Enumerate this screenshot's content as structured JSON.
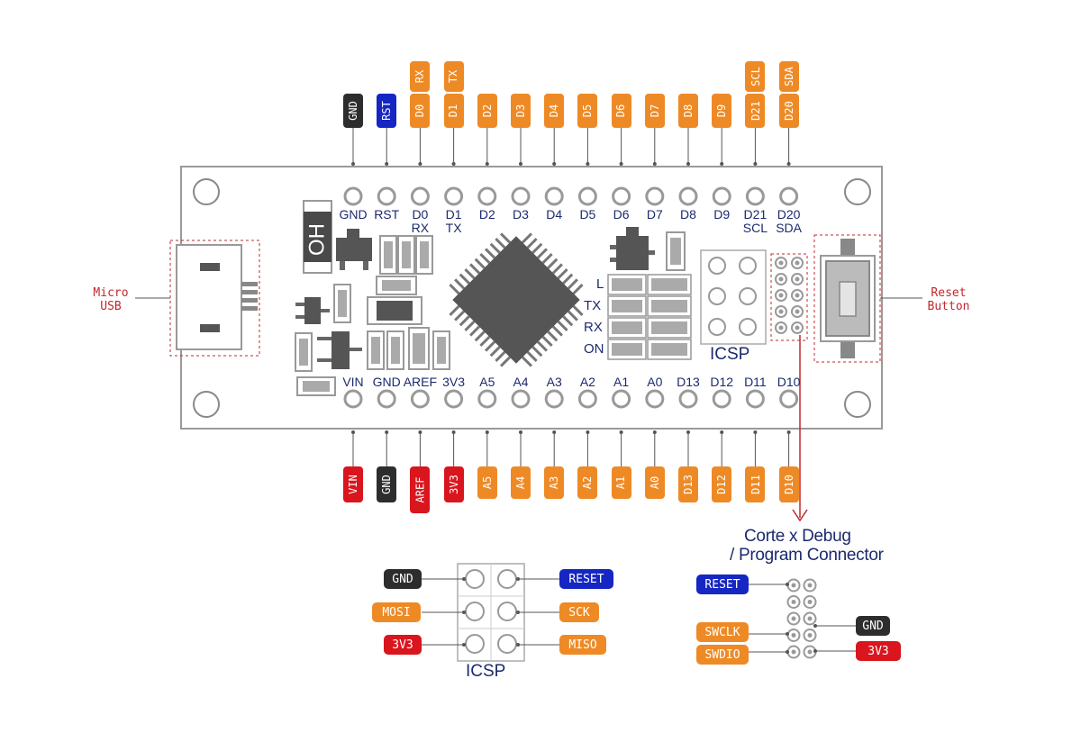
{
  "colors": {
    "orange": "#ee8a25",
    "red": "#d9151e",
    "blue": "#1526c2",
    "black": "#2d2d2d",
    "label_text": "#1c2a6e",
    "note_text": "#c0282d"
  },
  "top_pins": [
    {
      "tag": "GND",
      "color": "black",
      "board_label": "GND",
      "sub_label": ""
    },
    {
      "tag": "RST",
      "color": "blue",
      "board_label": "RST",
      "sub_label": ""
    },
    {
      "tag": "D0",
      "extra_tag": "RX",
      "color": "orange",
      "board_label": "D0",
      "sub_label": "RX"
    },
    {
      "tag": "D1",
      "extra_tag": "TX",
      "color": "orange",
      "board_label": "D1",
      "sub_label": "TX"
    },
    {
      "tag": "D2",
      "color": "orange",
      "board_label": "D2",
      "sub_label": ""
    },
    {
      "tag": "D3",
      "color": "orange",
      "board_label": "D3",
      "sub_label": ""
    },
    {
      "tag": "D4",
      "color": "orange",
      "board_label": "D4",
      "sub_label": ""
    },
    {
      "tag": "D5",
      "color": "orange",
      "board_label": "D5",
      "sub_label": ""
    },
    {
      "tag": "D6",
      "color": "orange",
      "board_label": "D6",
      "sub_label": ""
    },
    {
      "tag": "D7",
      "color": "orange",
      "board_label": "D7",
      "sub_label": ""
    },
    {
      "tag": "D8",
      "color": "orange",
      "board_label": "D8",
      "sub_label": ""
    },
    {
      "tag": "D9",
      "color": "orange",
      "board_label": "D9",
      "sub_label": ""
    },
    {
      "tag": "D21",
      "extra_tag": "SCL",
      "color": "orange",
      "board_label": "D21",
      "sub_label": "SCL"
    },
    {
      "tag": "D20",
      "extra_tag": "SDA",
      "color": "orange",
      "board_label": "D20",
      "sub_label": "SDA"
    }
  ],
  "bottom_pins": [
    {
      "tag": "VIN",
      "color": "red",
      "board_label": "VIN"
    },
    {
      "tag": "GND",
      "color": "black",
      "board_label": "GND"
    },
    {
      "tag": "AREF",
      "color": "red",
      "board_label": "AREF"
    },
    {
      "tag": "3V3",
      "color": "red",
      "board_label": "3V3"
    },
    {
      "tag": "A5",
      "color": "orange",
      "board_label": "A5"
    },
    {
      "tag": "A4",
      "color": "orange",
      "board_label": "A4"
    },
    {
      "tag": "A3",
      "color": "orange",
      "board_label": "A3"
    },
    {
      "tag": "A2",
      "color": "orange",
      "board_label": "A2"
    },
    {
      "tag": "A1",
      "color": "orange",
      "board_label": "A1"
    },
    {
      "tag": "A0",
      "color": "orange",
      "board_label": "A0"
    },
    {
      "tag": "D13",
      "color": "orange",
      "board_label": "D13"
    },
    {
      "tag": "D12",
      "color": "orange",
      "board_label": "D12"
    },
    {
      "tag": "D11",
      "color": "orange",
      "board_label": "D11"
    },
    {
      "tag": "D10",
      "color": "orange",
      "board_label": "D10"
    }
  ],
  "board": {
    "oh_label": "OH",
    "led_labels": [
      "L",
      "TX",
      "RX",
      "ON"
    ],
    "icsp_label": "ICSP"
  },
  "side_notes": {
    "usb": "Micro\nUSB",
    "reset": "Reset\nButton"
  },
  "debug": {
    "title_line1": "Corte x Debug",
    "title_line2": "/ Program Connector",
    "tags": [
      {
        "text": "RESET",
        "color": "blue"
      },
      {
        "text": "GND",
        "color": "black"
      },
      {
        "text": "SWCLK",
        "color": "orange"
      },
      {
        "text": "SWDIO",
        "color": "orange"
      },
      {
        "text": "3V3",
        "color": "red"
      }
    ]
  },
  "icsp": {
    "label": "ICSP",
    "left_tags": [
      {
        "text": "GND",
        "color": "black"
      },
      {
        "text": "MOSI",
        "color": "orange"
      },
      {
        "text": "3V3",
        "color": "red"
      }
    ],
    "right_tags": [
      {
        "text": "RESET",
        "color": "blue"
      },
      {
        "text": "SCK",
        "color": "orange"
      },
      {
        "text": "MISO",
        "color": "orange"
      }
    ]
  }
}
